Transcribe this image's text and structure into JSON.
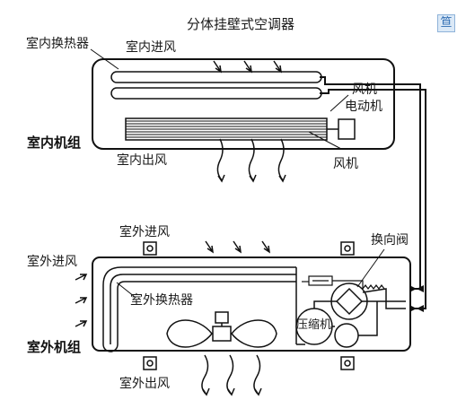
{
  "title": "分体挂壁式空调器",
  "colors": {
    "line": "#111111",
    "ink": "#1a1a1a",
    "icon_bg": "#dbe9f7",
    "icon_fg": "#2f6db3"
  },
  "corner_icon": {
    "icon": "book-icon",
    "glyph": "笪"
  },
  "indoor_unit": {
    "name": "室内机组",
    "heat_exchanger": "室内换热器",
    "air_in": "室内进风",
    "fan_motor_line1": "风机",
    "fan_motor_line2": "电动机",
    "fan": "风机",
    "air_out": "室内出风"
  },
  "outdoor_unit": {
    "name": "室外机组",
    "air_in_top": "室外进风",
    "air_in_left": "室外进风",
    "heat_exchanger": "室外换热器",
    "reversing_valve": "换向阀",
    "compressor": "压缩机",
    "air_out": "室外出风"
  }
}
